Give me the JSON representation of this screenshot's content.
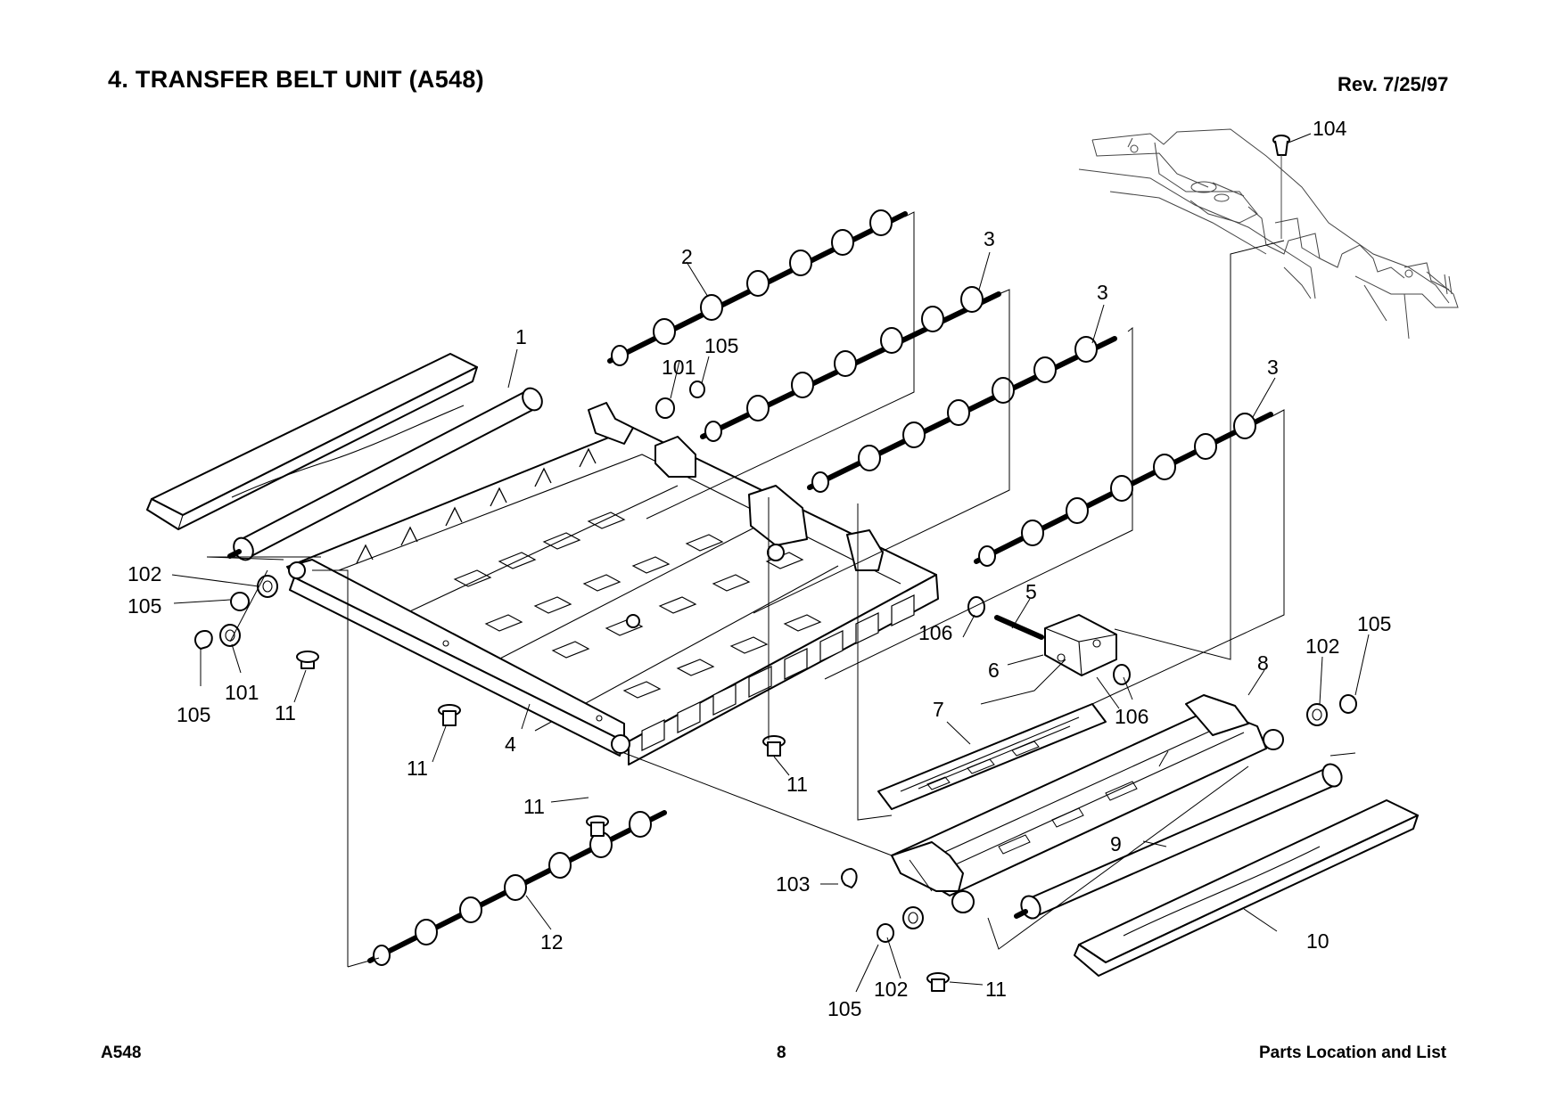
{
  "header": {
    "title": "4. TRANSFER BELT UNIT (A548)",
    "revision": "Rev. 7/25/97"
  },
  "footer": {
    "model": "A548",
    "page_number": "8",
    "section": "Parts Location and List"
  },
  "callouts": [
    {
      "id": "c-1",
      "text": "1"
    },
    {
      "id": "c-2",
      "text": "2"
    },
    {
      "id": "c-3a",
      "text": "3"
    },
    {
      "id": "c-3b",
      "text": "3"
    },
    {
      "id": "c-3c",
      "text": "3"
    },
    {
      "id": "c-4",
      "text": "4"
    },
    {
      "id": "c-5",
      "text": "5"
    },
    {
      "id": "c-6",
      "text": "6"
    },
    {
      "id": "c-7",
      "text": "7"
    },
    {
      "id": "c-8",
      "text": "8"
    },
    {
      "id": "c-9",
      "text": "9"
    },
    {
      "id": "c-10",
      "text": "10"
    },
    {
      "id": "c-11a",
      "text": "11"
    },
    {
      "id": "c-11b",
      "text": "11"
    },
    {
      "id": "c-11c",
      "text": "11"
    },
    {
      "id": "c-11d",
      "text": "11"
    },
    {
      "id": "c-11e",
      "text": "11"
    },
    {
      "id": "c-12",
      "text": "12"
    },
    {
      "id": "c-101a",
      "text": "101"
    },
    {
      "id": "c-101b",
      "text": "101"
    },
    {
      "id": "c-102a",
      "text": "102"
    },
    {
      "id": "c-102b",
      "text": "102"
    },
    {
      "id": "c-102c",
      "text": "102"
    },
    {
      "id": "c-103",
      "text": "103"
    },
    {
      "id": "c-104",
      "text": "104"
    },
    {
      "id": "c-105a",
      "text": "105"
    },
    {
      "id": "c-105b",
      "text": "105"
    },
    {
      "id": "c-105c",
      "text": "105"
    },
    {
      "id": "c-105d",
      "text": "105"
    },
    {
      "id": "c-105e",
      "text": "105"
    },
    {
      "id": "c-106a",
      "text": "106"
    },
    {
      "id": "c-106b",
      "text": "106"
    }
  ]
}
